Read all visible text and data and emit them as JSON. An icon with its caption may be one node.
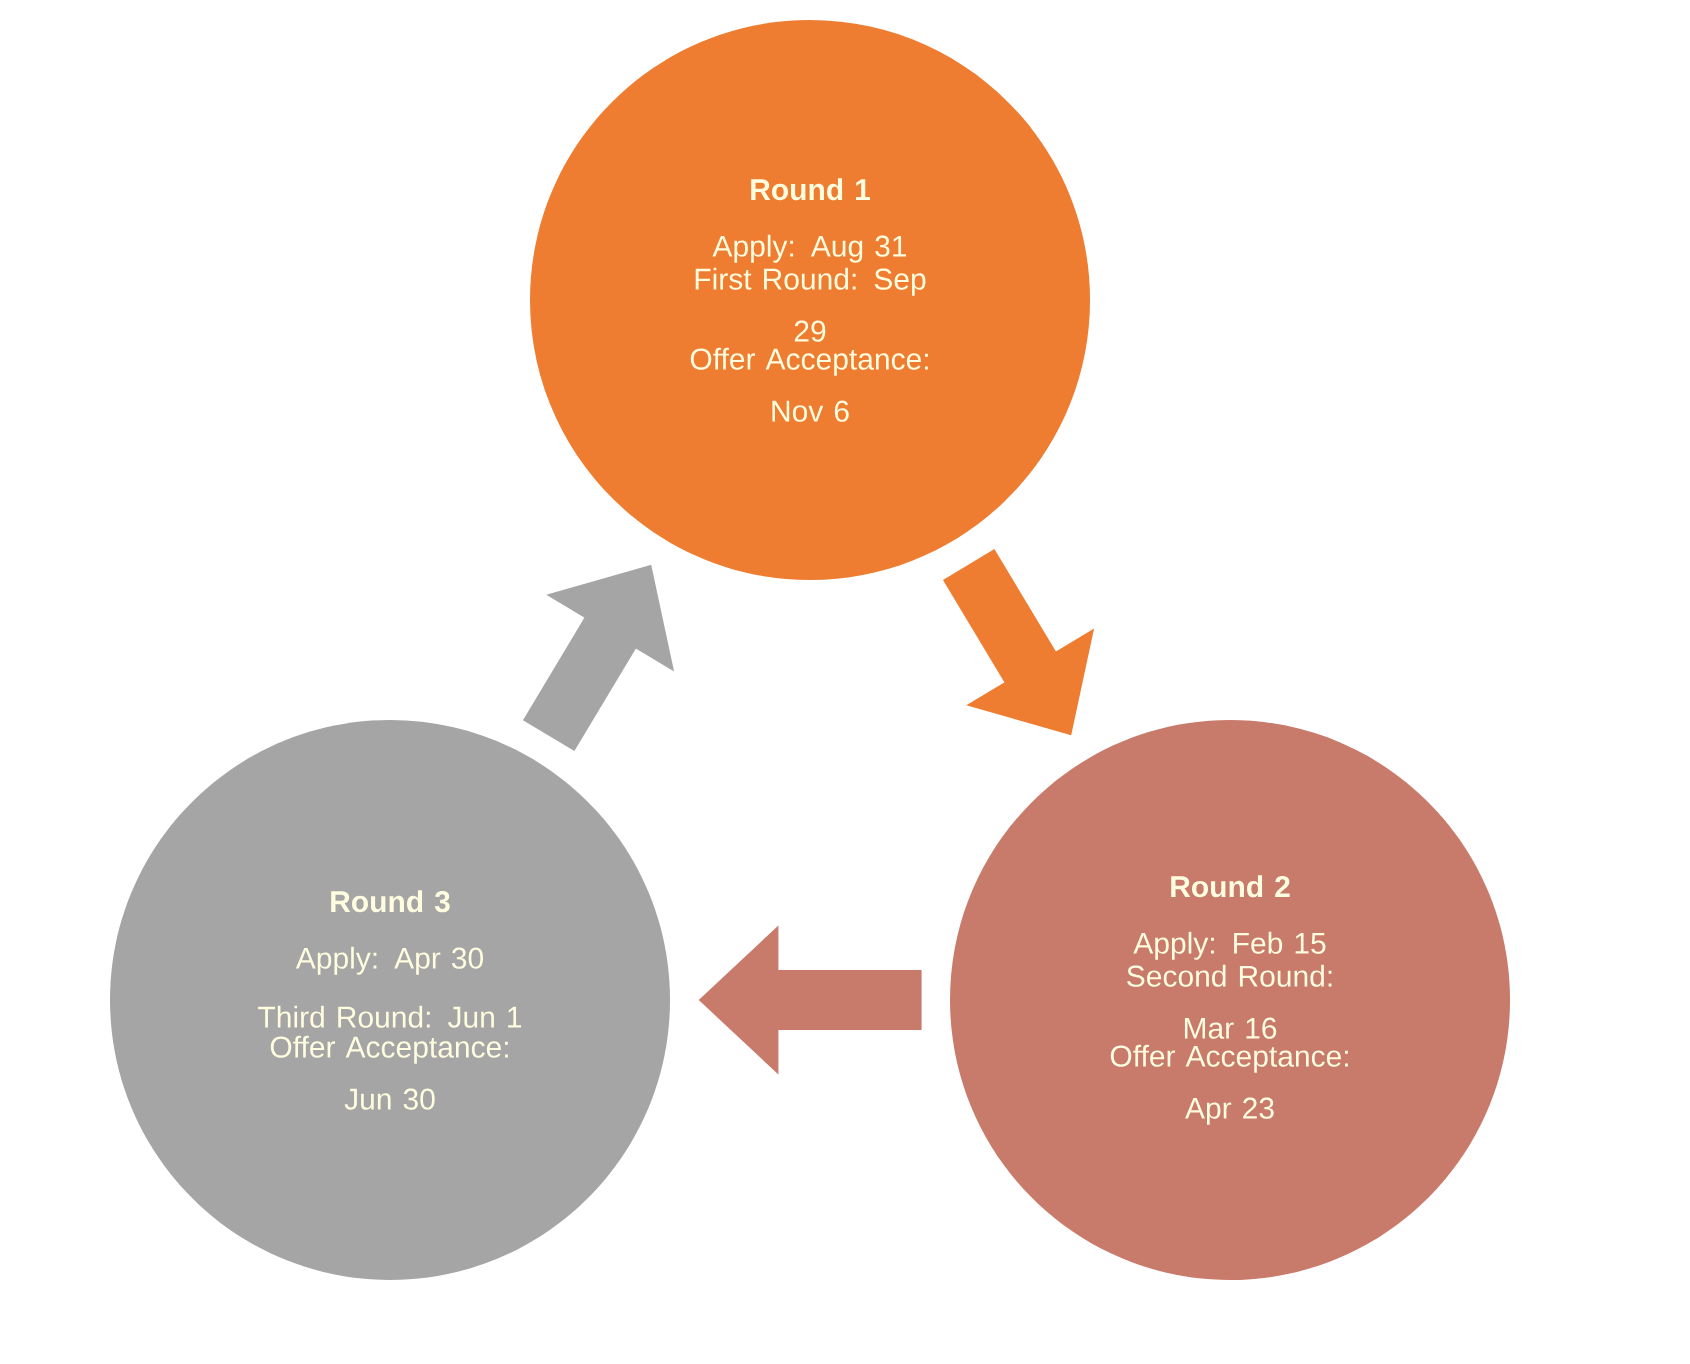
{
  "diagram": {
    "nodes": [
      {
        "text": [
          "Round 1",
          "Apply: Aug 31",
          "First Round: Sep 29",
          "Offer Acceptance: Nov 6"
        ]
      },
      {
        "text": [
          "Round 2",
          "Apply: Feb 15",
          "Second Round: Mar 16",
          "Offer Acceptance: Apr 23"
        ]
      },
      {
        "text": [
          "Round 3",
          "Apply: Apr 30",
          "Third Round: Jun 1",
          "Offer Acceptance: Jun 30"
        ]
      }
    ],
    "edges": [
      {
        "from": 0,
        "to": 1,
        "arrow": "to",
        "color": "#ee7d31"
      },
      {
        "from": 1,
        "to": 2,
        "arrow": "to",
        "color": "#c97b6b"
      },
      {
        "from": 2,
        "to": 0,
        "arrow": "to",
        "color": "#a5a5a5"
      }
    ]
  }
}
